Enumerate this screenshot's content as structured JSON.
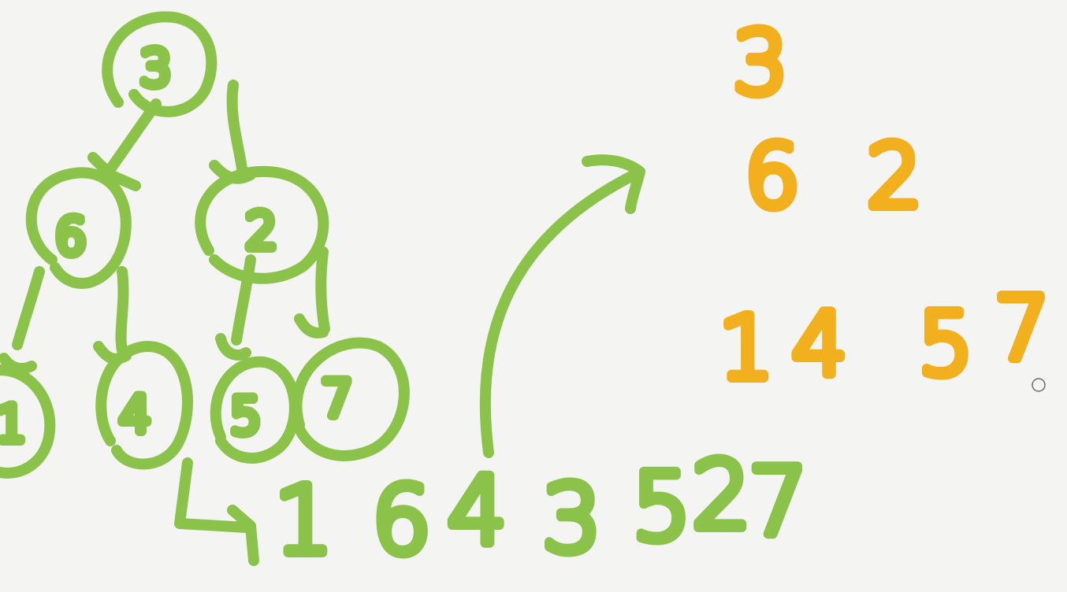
{
  "colors": {
    "background": "#f4f4f2",
    "green_ink": "#8bc34a",
    "orange_ink": "#f2b01e"
  },
  "tree": {
    "nodes": {
      "root": "3",
      "left": "6",
      "right": "2",
      "left_left": "1",
      "left_right": "4",
      "right_left": "5",
      "right_right": "7"
    }
  },
  "sequence": {
    "arrow_icon": "turn-right-arrow-icon",
    "values": [
      "1",
      "6",
      "4",
      "3",
      "5",
      "2",
      "7"
    ]
  },
  "levels": {
    "row1": [
      "3"
    ],
    "row2": [
      "6",
      "2"
    ],
    "row3": [
      "1",
      "4",
      "5",
      "7"
    ]
  },
  "cursor_icon": "cursor-ring-icon"
}
